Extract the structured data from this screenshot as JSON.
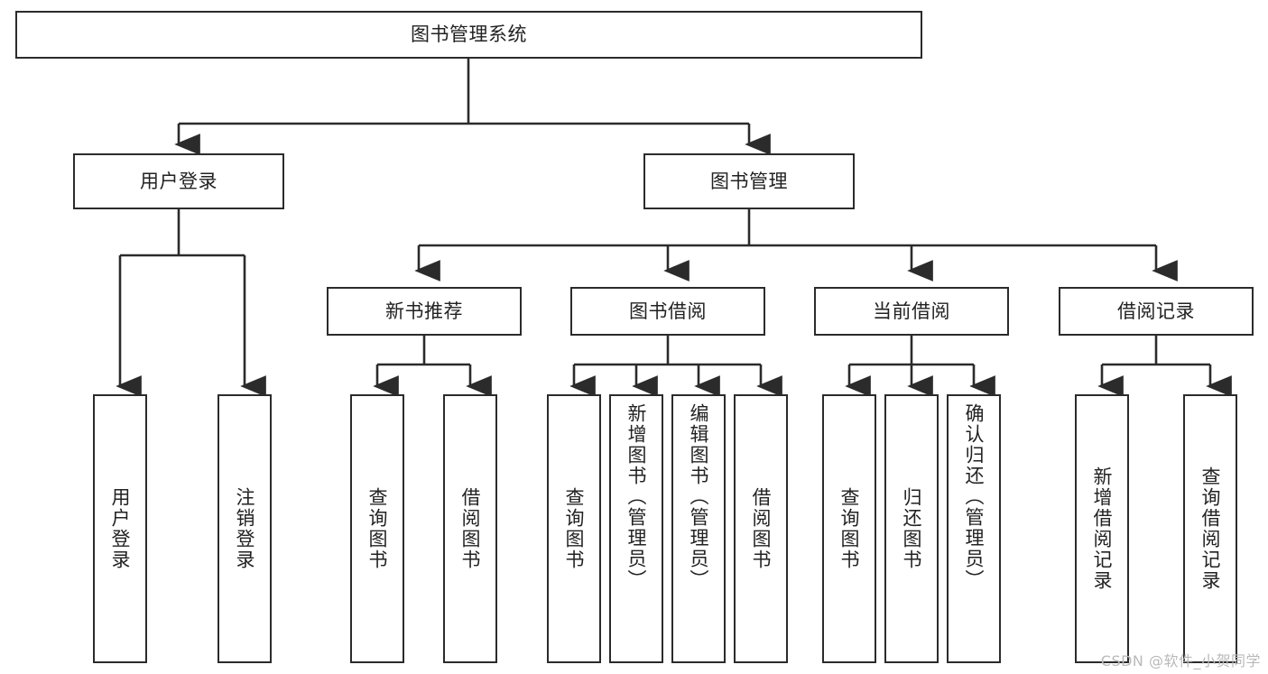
{
  "diagram": {
    "type": "hierarchy-tree",
    "title": "图书管理系统",
    "watermark": "CSDN @软件_小贺同学",
    "colors": {
      "stroke": "#2b2b2b",
      "fill": "#ffffff",
      "text": "#222222",
      "watermark": "#b9b9b9"
    },
    "levels": {
      "level1": [
        {
          "id": "root",
          "label": "图书管理系统"
        }
      ],
      "level2": [
        {
          "id": "user-login",
          "label": "用户登录"
        },
        {
          "id": "book-management",
          "label": "图书管理"
        }
      ],
      "level3": [
        {
          "id": "new-book-recommend",
          "label": "新书推荐"
        },
        {
          "id": "book-borrow",
          "label": "图书借阅"
        },
        {
          "id": "current-borrow",
          "label": "当前借阅"
        },
        {
          "id": "borrow-record",
          "label": "借阅记录"
        }
      ],
      "level4": [
        {
          "id": "leaf-user-login",
          "label": "用户登录",
          "parent": "user-login"
        },
        {
          "id": "leaf-logout",
          "label": "注销登录",
          "parent": "user-login"
        },
        {
          "id": "leaf-query-book-1",
          "label": "查询图书",
          "parent": "new-book-recommend"
        },
        {
          "id": "leaf-borrow-book-1",
          "label": "借阅图书",
          "parent": "new-book-recommend"
        },
        {
          "id": "leaf-query-book-2",
          "label": "查询图书",
          "parent": "book-borrow"
        },
        {
          "id": "leaf-add-book",
          "label": "新增图书（管理员）",
          "parent": "book-borrow"
        },
        {
          "id": "leaf-edit-book",
          "label": "编辑图书（管理员）",
          "parent": "book-borrow"
        },
        {
          "id": "leaf-borrow-book-2",
          "label": "借阅图书",
          "parent": "book-borrow"
        },
        {
          "id": "leaf-query-book-3",
          "label": "查询图书",
          "parent": "current-borrow"
        },
        {
          "id": "leaf-return-book",
          "label": "归还图书",
          "parent": "current-borrow"
        },
        {
          "id": "leaf-confirm-return",
          "label": "确认归还（管理员）",
          "parent": "current-borrow"
        },
        {
          "id": "leaf-add-record",
          "label": "新增借阅记录",
          "parent": "borrow-record"
        },
        {
          "id": "leaf-query-record",
          "label": "查询借阅记录",
          "parent": "borrow-record"
        }
      ]
    }
  }
}
